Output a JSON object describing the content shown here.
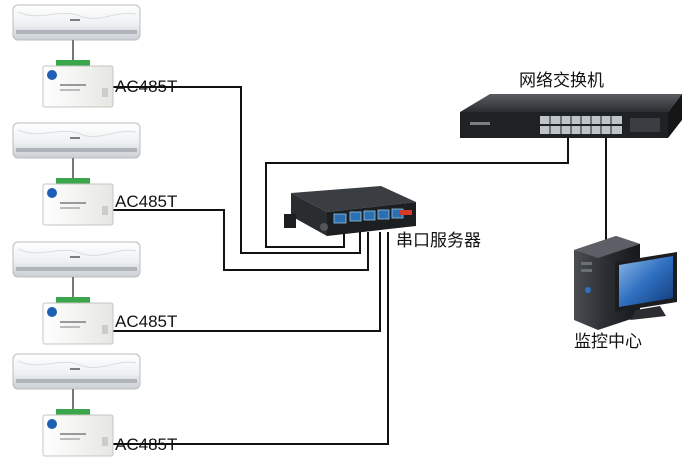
{
  "nodes": {
    "controller_label": "AC485T",
    "serial_server_label": "串口服务器",
    "switch_label": "网络交换机",
    "monitor_label": "监控中心"
  },
  "connections": [
    {
      "from": "controller-1",
      "to": "serial-server"
    },
    {
      "from": "controller-2",
      "to": "serial-server"
    },
    {
      "from": "controller-3",
      "to": "serial-server"
    },
    {
      "from": "controller-4",
      "to": "serial-server"
    },
    {
      "from": "serial-server",
      "to": "network-switch"
    },
    {
      "from": "network-switch",
      "to": "monitoring-center"
    }
  ],
  "colors": {
    "line": "#111111",
    "ac_body": "#eceef0",
    "controller_body": "#f4f4f2",
    "device_dark": "#1f2224",
    "port_blue": "#2a6fb0",
    "accent_red": "#d83a2a"
  }
}
